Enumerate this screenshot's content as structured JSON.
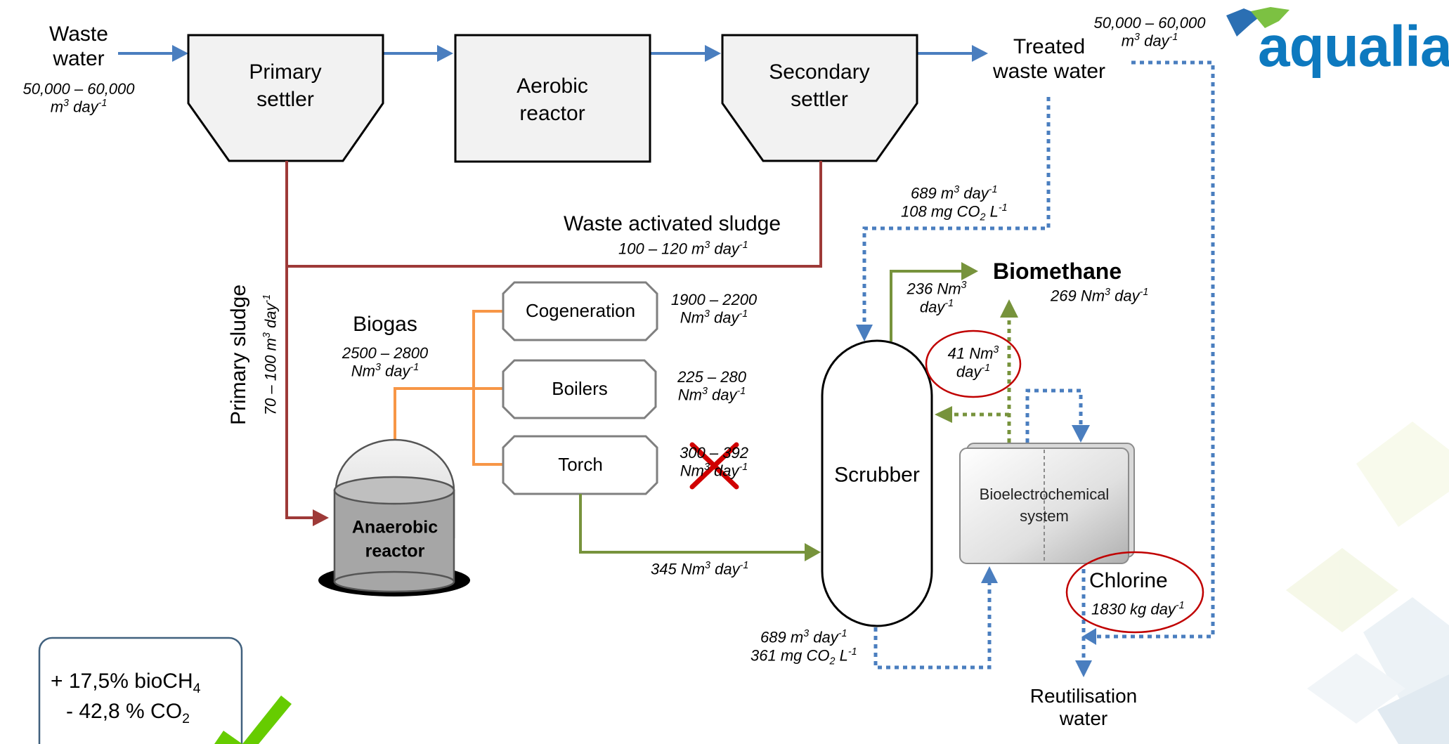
{
  "logo": {
    "text": "aqualia"
  },
  "inflow": {
    "label_line1": "Waste",
    "label_line2": "water",
    "flow_line1": "50,000 – 60,000",
    "flow_line2": "m",
    "flow_unit": "day"
  },
  "units": {
    "primary_settler": {
      "line1": "Primary",
      "line2": "settler"
    },
    "aerobic_reactor": {
      "line1": "Aerobic",
      "line2": "reactor"
    },
    "secondary_settler": {
      "line1": "Secondary",
      "line2": "settler"
    },
    "anaerobic_reactor": {
      "line1": "Anaerobic",
      "line2": "reactor"
    },
    "cogeneration": "Cogeneration",
    "boilers": "Boilers",
    "torch": "Torch",
    "scrubber": "Scrubber",
    "bes": {
      "line1": "Bioelectrochemical",
      "line2": "system"
    }
  },
  "treated": {
    "line1": "Treated",
    "line2": "waste water",
    "flow_line1": "50,000 – 60,000",
    "flow_line2": "m",
    "flow_unit": "day"
  },
  "was": {
    "label": "Waste activated sludge",
    "flow": "100 – 120 m",
    "flow_unit": "day"
  },
  "primary_sludge": {
    "label": "Primary sludge",
    "flow": "70 – 100 m",
    "flow_unit": "day"
  },
  "biogas": {
    "label": "Biogas",
    "flow_line1": "2500 – 2800",
    "flow_line2": "Nm",
    "flow_unit": "day"
  },
  "cogeneration_flow": {
    "line1": "1900 – 2200",
    "line2": "Nm",
    "unit": "day"
  },
  "boilers_flow": {
    "line1": "225 – 280",
    "line2": "Nm",
    "unit": "day"
  },
  "torch_flow": {
    "line1": "300 – 392",
    "line2": "Nm",
    "unit": "day"
  },
  "torch_to_scrubber": {
    "flow": "345 Nm",
    "unit": "day"
  },
  "scrubber_in": {
    "line1": "689 m",
    "line1_unit": "day",
    "line2": "108 mg CO",
    "line2_unit": "L"
  },
  "scrubber_out": {
    "line1": "689 m",
    "line1_unit": "day",
    "line2": "361 mg CO",
    "line2_unit": "L"
  },
  "scrubber_gas": {
    "line1": "236 Nm",
    "line2": "day"
  },
  "biomethane": {
    "label": "Biomethane",
    "flow": "269 Nm",
    "flow_unit": "day"
  },
  "bes_gas": {
    "line1": "41 Nm",
    "line2": "day"
  },
  "chlorine": {
    "label": "Chlorine",
    "flow": "1830 kg day"
  },
  "reuse": {
    "line1": "Reutilisation",
    "line2": "water"
  },
  "result": {
    "line1": "+ 17,5% bioCH",
    "line2": "- 42,8 % CO"
  },
  "notation": {
    "cubed": "3",
    "minus1": "-1",
    "two": "2",
    "four": "4"
  },
  "colors": {
    "water": "#4a7ebf",
    "sludge": "#9e3a38",
    "biogas": "#f79646",
    "gas": "#77933c",
    "highlight": "#c00000",
    "check": "#66cc00",
    "logo": "#0d79bf"
  }
}
